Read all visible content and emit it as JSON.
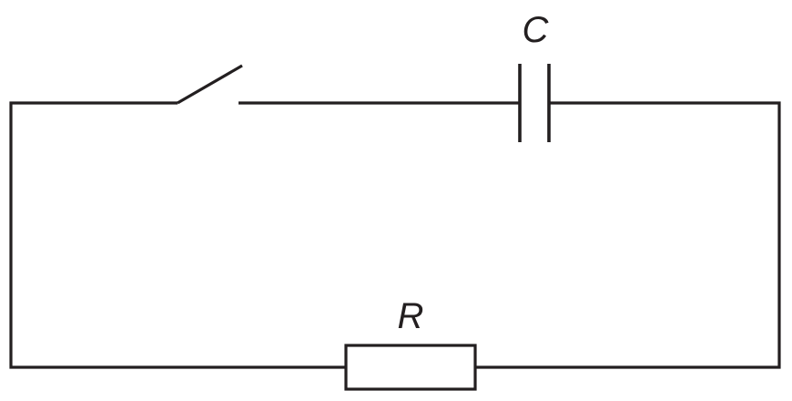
{
  "components": {
    "capacitor": {
      "label": "C"
    },
    "resistor": {
      "label": "R"
    },
    "switch": {
      "state": "open"
    }
  },
  "colors": {
    "line": "#231f20",
    "background": "#ffffff"
  }
}
